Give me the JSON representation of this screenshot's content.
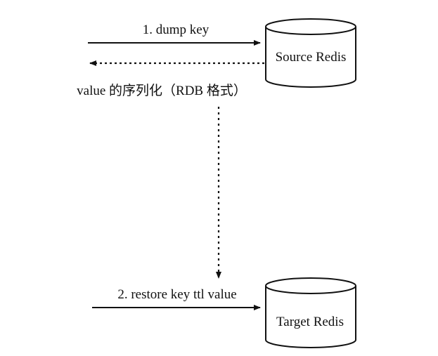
{
  "diagram": {
    "source": {
      "label": "Source Redis"
    },
    "target": {
      "label": "Target Redis"
    },
    "edges": {
      "dump": {
        "label": "1. dump key",
        "style": "solid"
      },
      "serialized": {
        "label": "value 的序列化（RDB 格式）",
        "style": "dotted"
      },
      "transfer": {
        "label": "",
        "style": "dotted"
      },
      "restore": {
        "label": "2. restore key ttl value",
        "style": "solid"
      }
    }
  }
}
